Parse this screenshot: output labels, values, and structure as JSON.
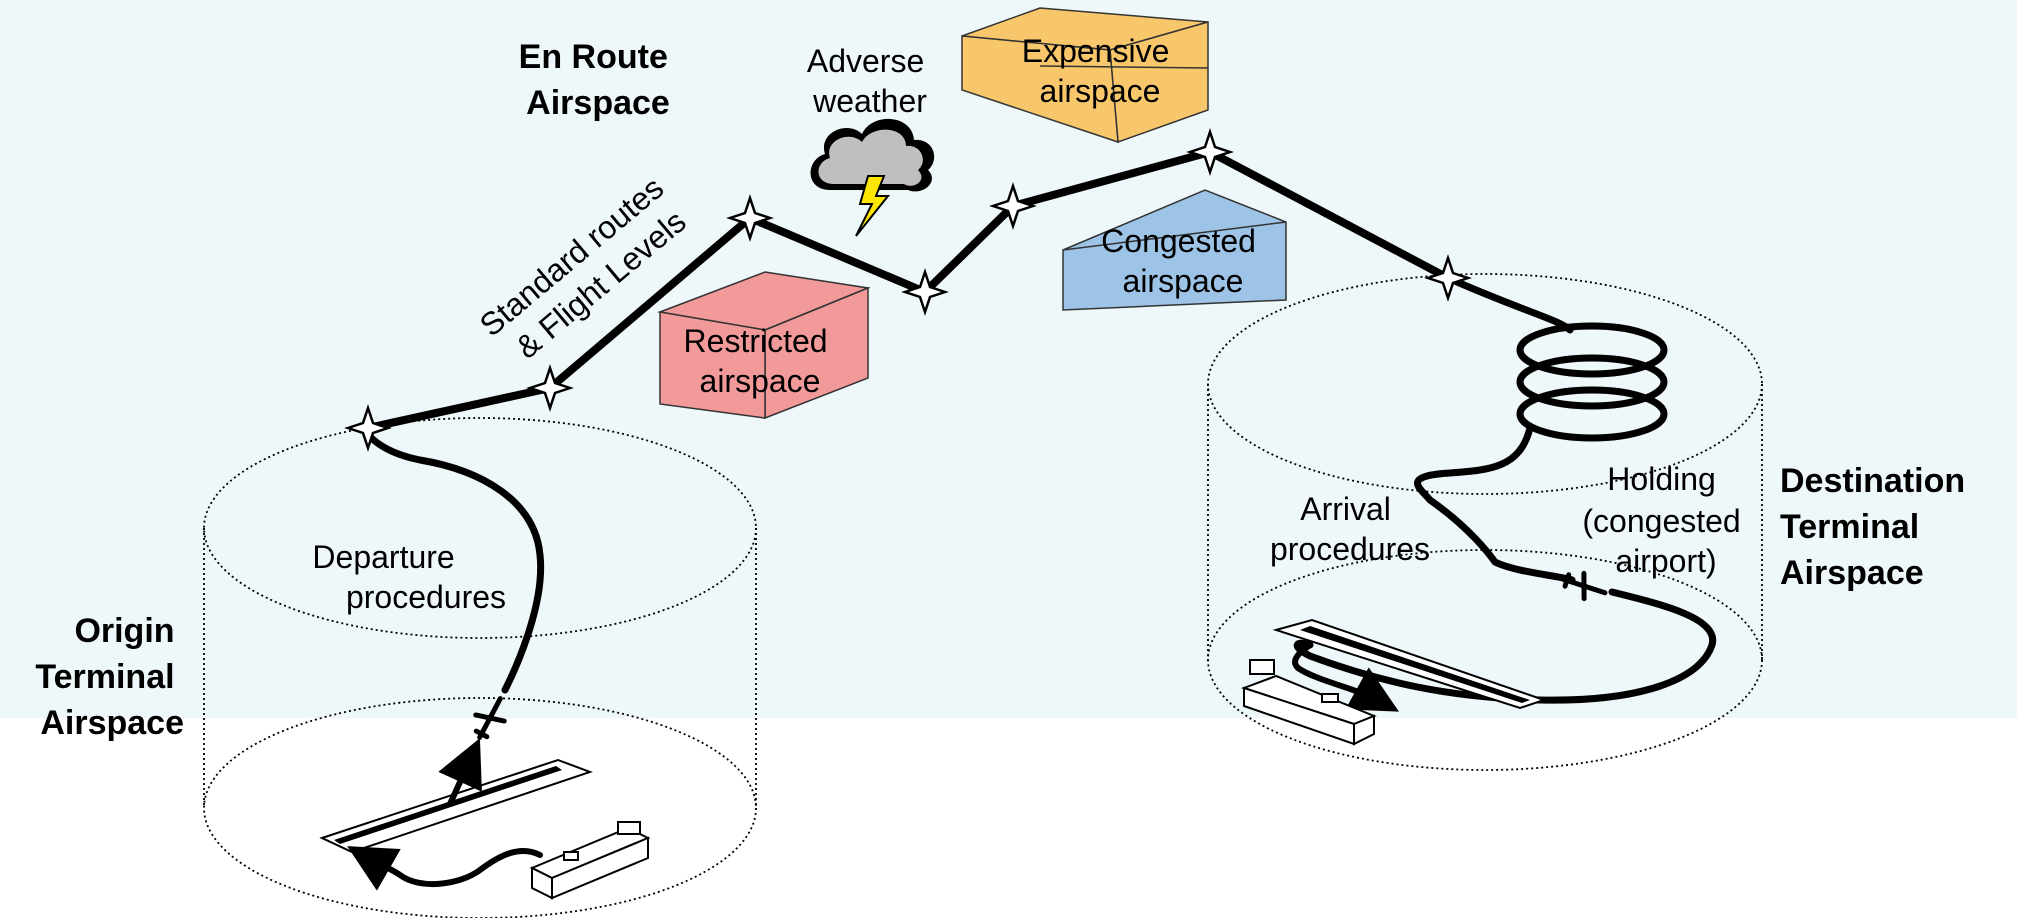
{
  "colors": {
    "sky": "#eef7f9",
    "restricted": "#f29a9a",
    "expensive": "#f9c76b",
    "congested": "#9dc3e6",
    "route": "#000000",
    "lightning": "#ffe600",
    "cloud": "#bfbfbf"
  },
  "regions": {
    "en_route": [
      "En Route",
      "Airspace"
    ],
    "origin": [
      "Origin",
      "Terminal",
      "Airspace"
    ],
    "destination": [
      "Destination",
      "Terminal",
      "Airspace"
    ]
  },
  "labels": {
    "standard_routes": [
      "Standard routes",
      "& Flight Levels"
    ],
    "adverse_weather": [
      "Adverse",
      "weather"
    ],
    "departure": [
      "Departure",
      "procedures"
    ],
    "arrival": [
      "Arrival",
      "procedures"
    ],
    "holding": [
      "Holding",
      "(congested",
      "airport)"
    ]
  },
  "boxes": {
    "restricted": [
      "Restricted",
      "airspace"
    ],
    "expensive": [
      "Expensive",
      "airspace"
    ],
    "congested": [
      "Congested",
      "airspace"
    ]
  },
  "icons": [
    "cloud-lightning-icon",
    "airplane-icon",
    "waypoint-star-icon",
    "terminal-building-icon",
    "runway-icon"
  ]
}
